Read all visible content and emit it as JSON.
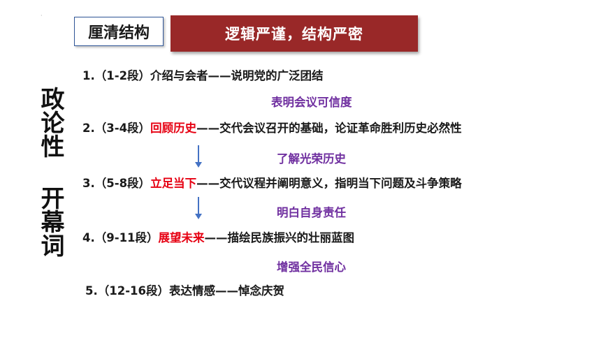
{
  "header": {
    "tag_label": "厘清结构",
    "banner_text": "逻辑严谨，结构严密"
  },
  "side_title": "政论性 开幕词",
  "items": [
    {
      "prefix": "1.（1-2段）介绍与会者——说明党的广泛团结",
      "highlight": "",
      "suffix": "",
      "note": "表明会议可信度"
    },
    {
      "prefix": "2.（3-4段）",
      "highlight": "回顾历史",
      "suffix": "——交代会议召开的基础，论证革命胜利历史必然性",
      "note": "了解光荣历史"
    },
    {
      "prefix": "3.（5-8段）",
      "highlight": "立足当下",
      "suffix": "——交代议程并阐明意义，指明当下问题及斗争策略",
      "note": "明白自身责任"
    },
    {
      "prefix": "4.（9-11段）",
      "highlight": "展望未来",
      "suffix": "——描绘民族振兴的壮丽蓝图",
      "note": "增强全民信心"
    },
    {
      "prefix": "5.（12-16段）表达情感——悼念庆贺",
      "highlight": "",
      "suffix": "",
      "note": ""
    }
  ],
  "colors": {
    "banner_bg": "#992828",
    "highlight": "#e60012",
    "note": "#7030a0",
    "arrow": "#4472c4"
  }
}
